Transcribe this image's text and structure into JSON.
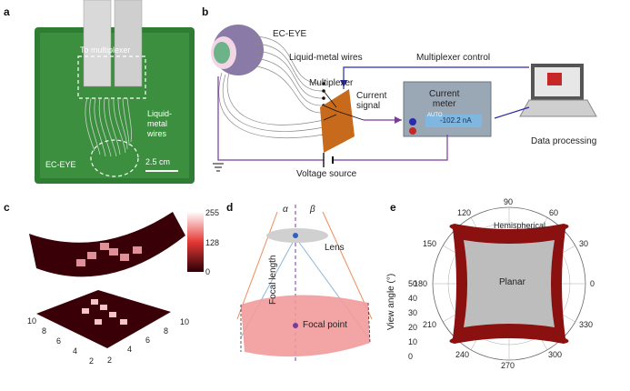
{
  "panels": {
    "a": {
      "label": "a",
      "to_multiplexer": "To multiplexer",
      "liquid_metal_wires": "Liquid-\nmetal\nwires",
      "ec_eye": "EC-EYE",
      "scale_bar": "2.5 cm"
    },
    "b": {
      "label": "b",
      "ec_eye": "EC-EYE",
      "liquid_metal_wires": "Liquid-metal wires",
      "multiplexer_control": "Multiplexer control",
      "multiplexer": "Multiplexer",
      "current_signal": "Current\nsignal",
      "current_meter": "Current\nmeter",
      "meter_reading": "-102.2 nA",
      "meter_auto": "AUTO",
      "data_processing": "Data processing",
      "voltage_source": "Voltage source"
    },
    "c": {
      "label": "c",
      "colorbar_ticks": [
        "255",
        "128",
        "0"
      ],
      "x_ticks": [
        "2",
        "4",
        "6",
        "8",
        "10"
      ],
      "y_ticks": [
        "10",
        "8",
        "6",
        "4",
        "2"
      ]
    },
    "d": {
      "label": "d",
      "alpha": "α",
      "beta": "β",
      "lens": "Lens",
      "focal_length": "Focal length",
      "focal_point": "Focal point"
    },
    "e": {
      "label": "e",
      "ylabel": "View angle (°)",
      "hemispherical": "Hemispherical",
      "planar": "Planar",
      "angle_labels": [
        "90",
        "60",
        "30",
        "0",
        "330",
        "300",
        "270",
        "240",
        "210",
        "180",
        "150",
        "120"
      ],
      "radial_labels": [
        "0",
        "10",
        "20",
        "30",
        "40",
        "50"
      ]
    }
  },
  "colors": {
    "pcb_green": "#2e7d32",
    "heat_dark": "#3a0008",
    "heat_light": "#f7c5c8",
    "multiplexer_orange": "#c86a1c",
    "control_blue": "#2a2ab0",
    "voltage_purple": "#7a3a9a",
    "polar_fill": "#8b1010",
    "planar_gray": "#bdbdbd"
  }
}
